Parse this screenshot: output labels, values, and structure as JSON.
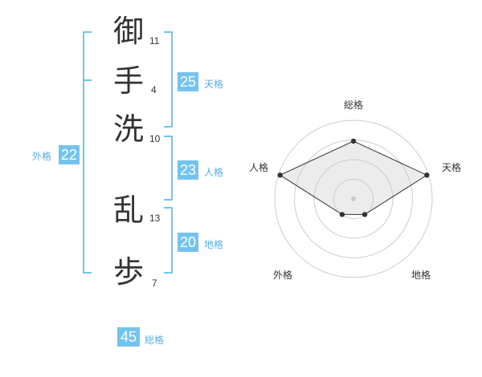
{
  "name": {
    "chars": [
      {
        "char": "御",
        "strokes": "11"
      },
      {
        "char": "手",
        "strokes": "4"
      },
      {
        "char": "洗",
        "strokes": "10"
      },
      {
        "char": "乱",
        "strokes": "13"
      },
      {
        "char": "歩",
        "strokes": "7"
      }
    ]
  },
  "kaku": {
    "tenkaku": {
      "value": "25",
      "label": "天格"
    },
    "jinkaku": {
      "value": "23",
      "label": "人格"
    },
    "chikaku": {
      "value": "20",
      "label": "地格"
    },
    "gaikaku": {
      "value": "22",
      "label": "外格"
    },
    "soukaku": {
      "value": "45",
      "label": "総格"
    }
  },
  "colors": {
    "accent": "#74c3ef",
    "bracket": "#74c3ef",
    "label": "#5aaee0"
  },
  "chart_data": {
    "type": "radar",
    "axes": [
      "総格",
      "天格",
      "地格",
      "外格",
      "人格"
    ],
    "values": [
      3,
      4,
      1,
      1,
      4
    ],
    "max": 4
  }
}
